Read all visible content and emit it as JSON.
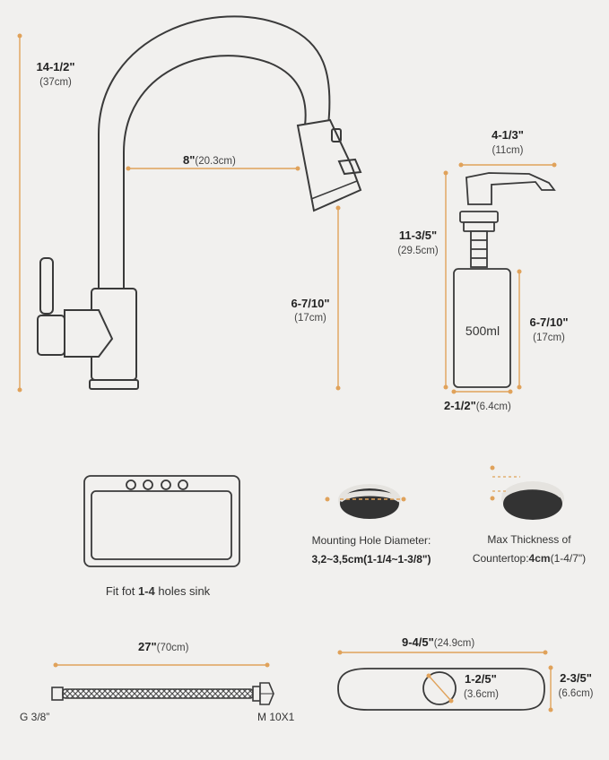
{
  "colors": {
    "background": "#f1f0ee",
    "outline": "#3a3a3a",
    "dimension_line": "#e0a25a",
    "hole_fill": "#333333",
    "text": "#333333"
  },
  "faucet": {
    "height_main": "14-1/2\"",
    "height_metric": "(37cm)",
    "reach_main": "8\"",
    "reach_metric": "(20.3cm)",
    "spout_main": "6-7/10\"",
    "spout_metric": "(17cm)"
  },
  "dispenser": {
    "nozzle_main": "4-1/3\"",
    "nozzle_metric": "(11cm)",
    "height_main": "11-3/5\"",
    "height_metric": "(29.5cm)",
    "volume": "500ml",
    "bottle_main": "6-7/10\"",
    "bottle_metric": "(17cm)",
    "width_main": "2-1/2\"",
    "width_metric": "(6.4cm)"
  },
  "sink": {
    "caption_pre": "Fit fot ",
    "caption_bold": "1-4",
    "caption_post": " holes sink"
  },
  "mounting_hole": {
    "title": "Mounting Hole Diameter:",
    "value": "3,2~3,5cm(1-1/4~1-3/8\")"
  },
  "countertop": {
    "title": "Max Thickness of",
    "line2_pre": "Countertop:",
    "line2_bold": "4cm",
    "line2_post": "(1-4/7\")"
  },
  "hose": {
    "length_main": "27\"",
    "length_metric": "(70cm)",
    "left_end": "G 3/8”",
    "right_end": "M 10X1"
  },
  "deck_plate": {
    "length_main": "9-4/5\"",
    "length_metric": "(24.9cm)",
    "hole_main": "1-2/5\"",
    "hole_metric": "(3.6cm)",
    "width_main": "2-3/5\"",
    "width_metric": "(6.6cm)"
  }
}
